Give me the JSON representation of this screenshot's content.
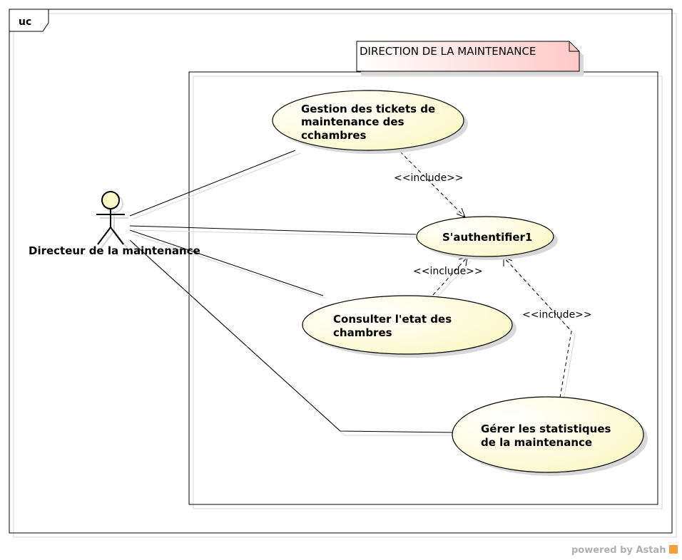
{
  "frame": {
    "tag": "uc"
  },
  "system": {
    "title": "DIRECTION DE LA MAINTENANCE"
  },
  "actor": {
    "name": "Directeur de la maintenance"
  },
  "use_cases": [
    {
      "id": "gestion",
      "lines": [
        "Gestion des tickets de",
        "maintenance des",
        "cchambres"
      ]
    },
    {
      "id": "auth",
      "lines": [
        "S'authentifier1"
      ]
    },
    {
      "id": "consulter",
      "lines": [
        "Consulter l'etat des",
        "chambres"
      ]
    },
    {
      "id": "gerer",
      "lines": [
        "Gérer les statistiques",
        "de la maintenance"
      ]
    }
  ],
  "relations": {
    "include_label": "<<include>>"
  },
  "footer": {
    "text": "powered by Astah"
  },
  "colors": {
    "usecase_fill": "#ffffe0",
    "system_title_fill": "#ffd6d6",
    "border": "#000000",
    "shadow": "#d8d8d8"
  }
}
